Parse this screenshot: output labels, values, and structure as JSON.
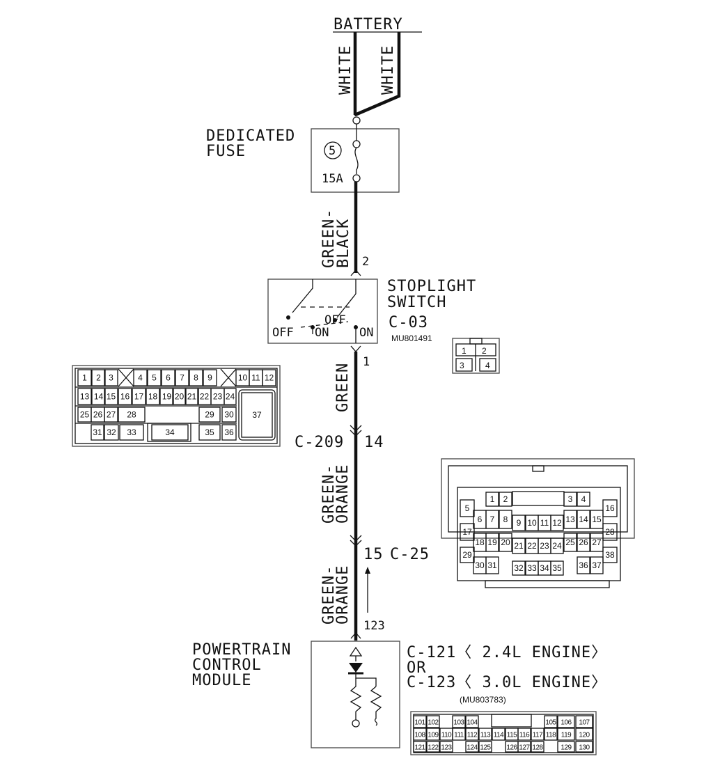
{
  "battery": {
    "label": "BATTERY"
  },
  "wires": {
    "battery_left": "WHITE",
    "battery_right": "WHITE",
    "fuse_to_switch": [
      "GREEN-",
      "BLACK"
    ],
    "switch_to_c209": "GREEN",
    "c209_to_c25": [
      "GREEN-",
      "ORANGE"
    ],
    "c25_to_pcm": [
      "GREEN-",
      "ORANGE"
    ]
  },
  "fuse": {
    "title": [
      "DEDICATED",
      "FUSE"
    ],
    "number": "5",
    "rating": "15A"
  },
  "stoplight_switch": {
    "title": [
      "STOPLIGHT",
      "SWITCH"
    ],
    "connector": "C-03",
    "part_number": "MU801491",
    "pin_in": "2",
    "pin_out": "1",
    "positions": {
      "off_left": "OFF",
      "on_mid": "ON",
      "off_right": "OFF",
      "on_right": "ON"
    },
    "connector_pins": [
      "1",
      "2",
      "3",
      "4"
    ]
  },
  "c209": {
    "label": "C-209",
    "pin": "14",
    "pins": [
      "1",
      "2",
      "3",
      "4",
      "5",
      "6",
      "7",
      "8",
      "9",
      "10",
      "11",
      "12",
      "13",
      "14",
      "15",
      "16",
      "17",
      "18",
      "19",
      "20",
      "21",
      "22",
      "23",
      "24",
      "25",
      "26",
      "27",
      "28",
      "29",
      "30",
      "31",
      "32",
      "33",
      "34",
      "35",
      "36",
      "37",
      "38"
    ]
  },
  "c25": {
    "pin": "15",
    "label": "C-25",
    "pins": [
      "1",
      "2",
      "3",
      "4",
      "5",
      "6",
      "7",
      "8",
      "9",
      "10",
      "11",
      "12",
      "13",
      "14",
      "15",
      "16",
      "17",
      "18",
      "19",
      "20",
      "21",
      "22",
      "23",
      "24",
      "25",
      "26",
      "27",
      "28",
      "29",
      "30",
      "31",
      "32",
      "33",
      "34",
      "35",
      "36",
      "37",
      "38"
    ]
  },
  "pcm": {
    "title": [
      "POWERTRAIN",
      "CONTROL",
      "MODULE"
    ],
    "pin": "123",
    "connector_line1": "C-121〈 2.4L ENGINE〉",
    "connector_or": "OR",
    "connector_line2": "C-123〈 3.0L ENGINE〉",
    "part_number": "(MU803783)",
    "pins": [
      "101",
      "102",
      "103",
      "104",
      "105",
      "106",
      "107",
      "108",
      "109",
      "110",
      "111",
      "112",
      "113",
      "114",
      "115",
      "116",
      "117",
      "118",
      "119",
      "120",
      "121",
      "122",
      "123",
      "124",
      "125",
      "126",
      "127",
      "128",
      "129",
      "130"
    ]
  }
}
